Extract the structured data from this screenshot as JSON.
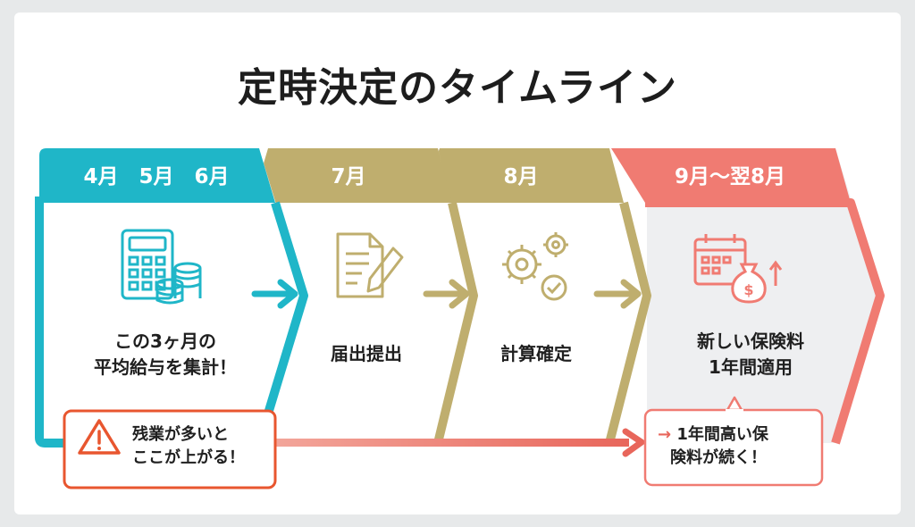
{
  "title": "定時決定のタイムライン",
  "steps": [
    {
      "month": "4月　5月　6月",
      "text_lines": [
        "この3ヶ月の",
        "平均給与を集計！"
      ],
      "icon": "calculator-coins-icon",
      "color": "#1fb6c8"
    },
    {
      "month": "7月",
      "text_lines": [
        "届出提出"
      ],
      "icon": "document-pen-icon",
      "color": "#bfae6e"
    },
    {
      "month": "8月",
      "text_lines": [
        "計算確定"
      ],
      "icon": "gears-check-icon",
      "color": "#bfae6e"
    },
    {
      "month": "9月〜翌8月",
      "text_lines": [
        "新しい保険料",
        "1年間適用"
      ],
      "icon": "calendar-moneybag-icon",
      "color": "#f07b72"
    }
  ],
  "callouts": {
    "warning": {
      "lines": [
        "残業が多いと",
        "ここが上がる！"
      ],
      "icon": "warning-icon"
    },
    "result": {
      "arrow": "→",
      "lines": [
        "1年間高い保",
        "険料が続く！"
      ]
    }
  }
}
